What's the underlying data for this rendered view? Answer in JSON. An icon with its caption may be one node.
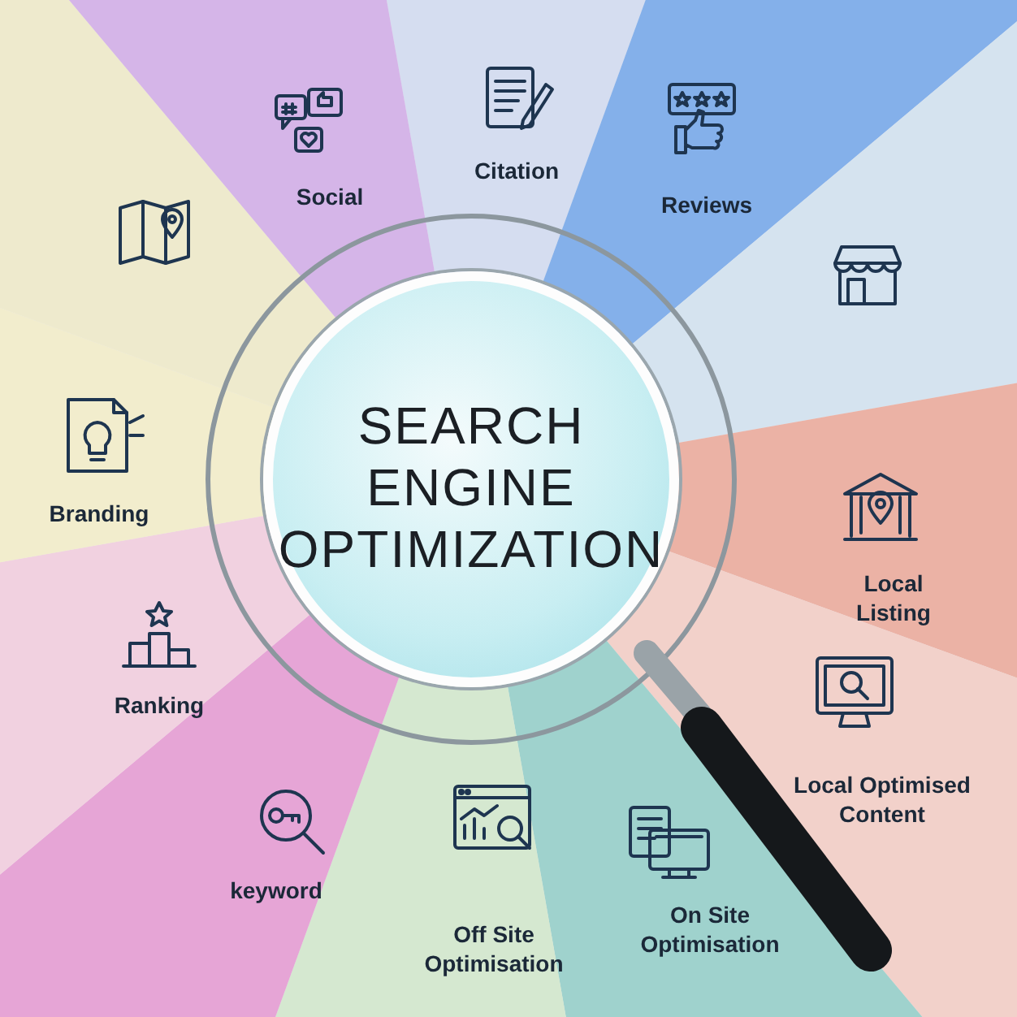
{
  "diagram": {
    "nodes": [
      {
        "text": [
          "SEARCH ENGINE OPTIMIZATION"
        ]
      }
    ],
    "labels": [
      "Social",
      "Citation",
      "Reviews",
      "Local Listing",
      "Local Optimised Content",
      "On Site Optimisation",
      "Off Site Optimisation",
      "keyword",
      "Ranking",
      "Branding"
    ]
  }
}
